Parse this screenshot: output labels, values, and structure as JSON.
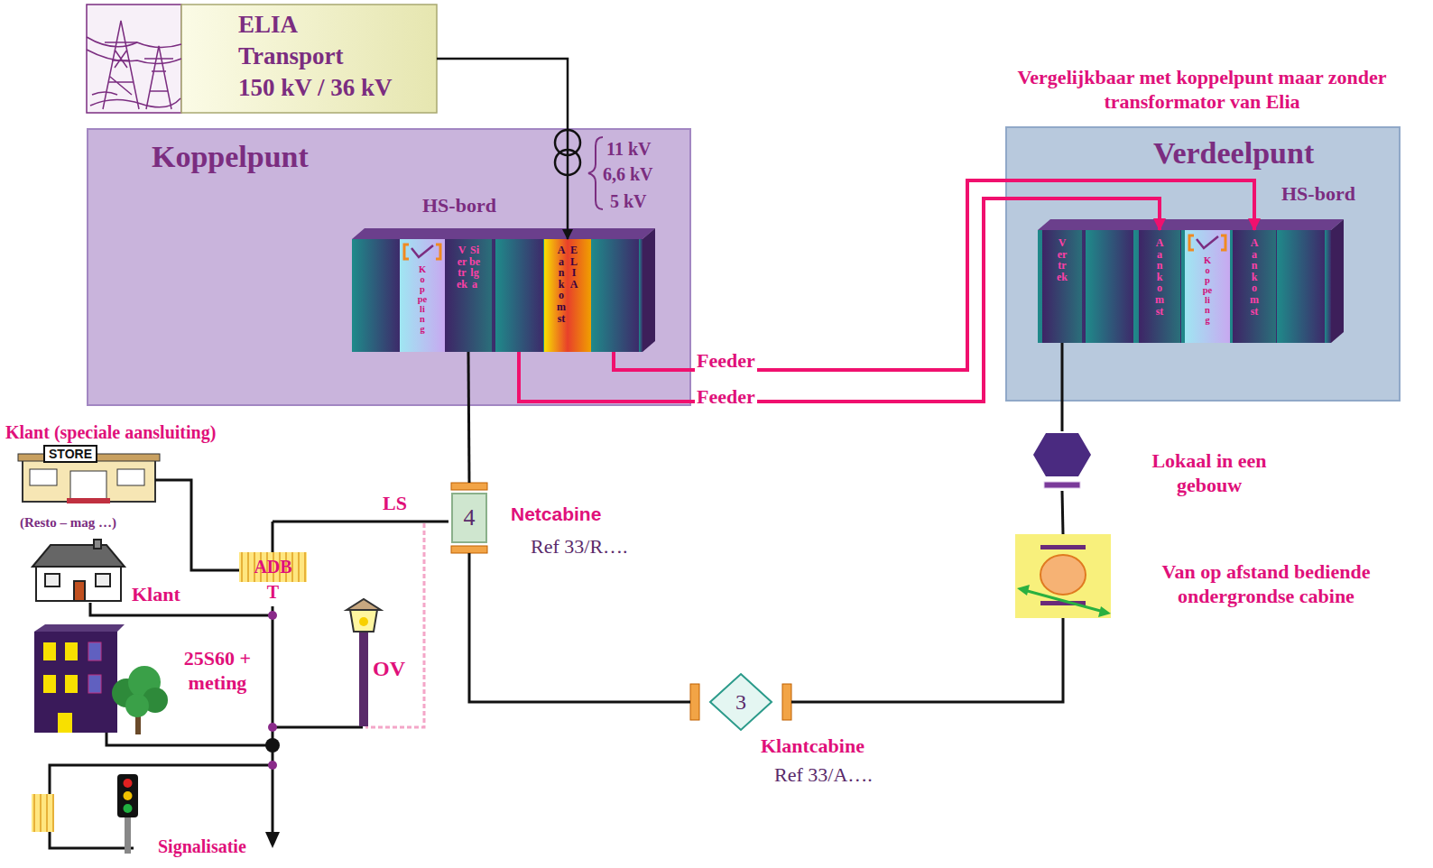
{
  "diagram": {
    "nodes": [
      {
        "text": [
          "ELIA",
          "Transport",
          "150 kV / 36 kV"
        ]
      },
      {
        "text": [
          "Koppelpunt"
        ]
      },
      {
        "text": [
          "HS-bord"
        ],
        "in": 1
      },
      {
        "text": [
          "Koppeling"
        ],
        "in": 2
      },
      {
        "text": [
          "Vertrek",
          "Sibelga"
        ],
        "in": 2
      },
      {
        "text": [
          "Aankomst",
          "ELIA"
        ],
        "in": 2
      },
      {
        "text": [
          "Verdeelpunt"
        ]
      },
      {
        "text": [
          "HS-bord"
        ],
        "in": 6
      },
      {
        "text": [
          "Vertrek"
        ],
        "in": 7
      },
      {
        "text": [
          "Aankomst"
        ],
        "in": 7
      },
      {
        "text": [
          "Koppeling"
        ],
        "in": 7
      },
      {
        "text": [
          "Aankomst"
        ],
        "in": 7
      },
      {
        "text": [
          "4",
          "Netcabine",
          "Ref 33/R…."
        ]
      },
      {
        "text": [
          "3",
          "Klantcabine",
          "Ref 33/A…."
        ]
      },
      {
        "text": [
          "Lokaal in een gebouw"
        ]
      },
      {
        "text": [
          "Van op afstand bediende ondergrondse cabine"
        ]
      },
      {
        "text": [
          "ADB T"
        ]
      }
    ],
    "edges": [
      {
        "from": 0,
        "to": 5,
        "arrow": "to"
      },
      {
        "from": 2,
        "to": 11,
        "label": "Feeder",
        "arrow": "to"
      },
      {
        "from": 2,
        "to": 9,
        "label": "Feeder",
        "arrow": "to"
      },
      {
        "from": 4,
        "to": 12,
        "arrow": "none"
      },
      {
        "from": 12,
        "to": 13,
        "arrow": "none"
      },
      {
        "from": 13,
        "to": 15,
        "arrow": "none"
      },
      {
        "from": 15,
        "to": 14,
        "arrow": "none"
      },
      {
        "from": 14,
        "to": 8,
        "arrow": "none"
      }
    ],
    "labels": [
      "11 kV",
      "6,6 kV",
      "5 kV",
      "Vergelijkbaar met koppelpunt maar zonder transformator van Elia",
      "Klant (speciale aansluiting)",
      "STORE",
      "(Resto – mag …)",
      "LS",
      "Klant",
      "25S60 + meting",
      "OV",
      "Signalisatie"
    ]
  }
}
